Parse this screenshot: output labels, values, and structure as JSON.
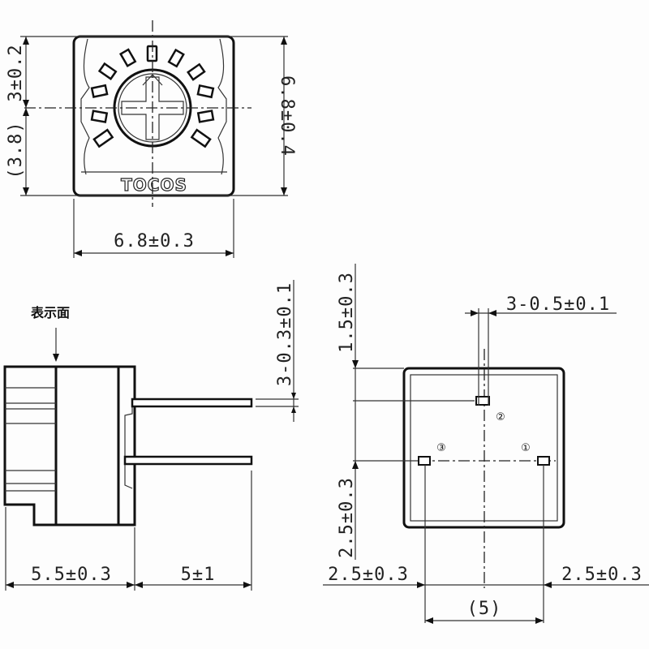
{
  "top_view": {
    "brand": "TOCOS",
    "dim_width": "6.8±0.3",
    "dim_height": "6.8±0.4",
    "dim_upper": "3±0.2",
    "dim_lower": "(3.8)"
  },
  "side_view": {
    "display_surface_label": "表示面",
    "dim_body": "5.5±0.3",
    "dim_lead_length": "5±1",
    "dim_lead_thickness": "3-0.3±0.1"
  },
  "bottom_view": {
    "dim_pin_width": "3-0.5±0.1",
    "dim_top_offset": "1.5±0.3",
    "dim_pin_row": "2.5±0.3",
    "dim_left": "2.5±0.3",
    "dim_right": "2.5±0.3",
    "dim_pitch": "(5)",
    "pins": [
      "①",
      "②",
      "③"
    ]
  },
  "colors": {
    "line": "#111111",
    "background": "#fdfdfd"
  }
}
